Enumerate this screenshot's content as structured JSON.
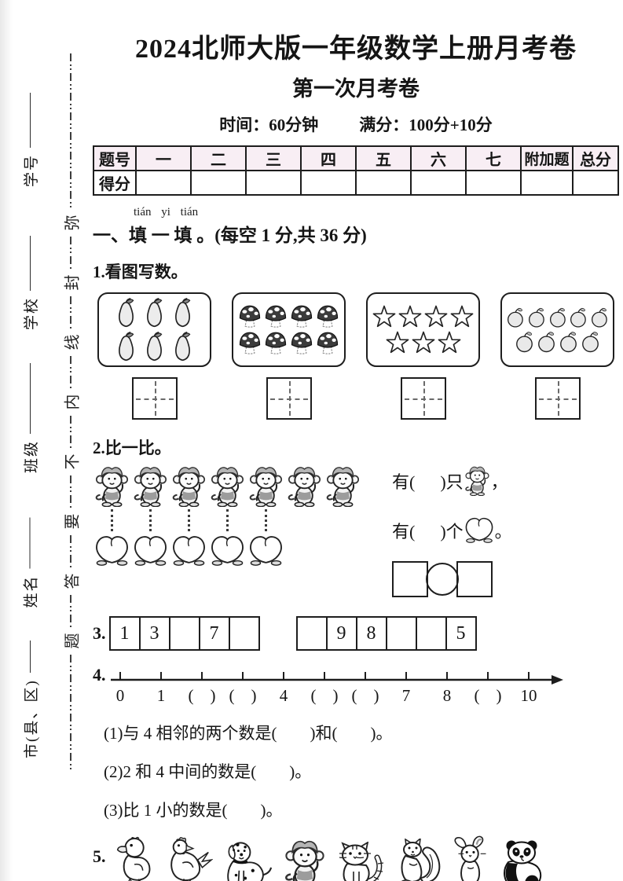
{
  "page": {
    "title": "2024北师大版一年级数学上册月考卷",
    "subtitle": "第一次月考卷",
    "meta": {
      "time": "时间：60分钟",
      "score": "满分：100分+10分"
    }
  },
  "sidebar": {
    "fields": [
      {
        "label": "学号"
      },
      {
        "label": "学校"
      },
      {
        "label": "班级"
      },
      {
        "label": "姓名"
      },
      {
        "label": "市(县、区)"
      }
    ],
    "seal_text": [
      "弥",
      "封",
      "线",
      "内",
      "不",
      "要",
      "答",
      "题"
    ]
  },
  "score_table": {
    "header": [
      "题号",
      "一",
      "二",
      "三",
      "四",
      "五",
      "六",
      "七",
      "附加题",
      "总分"
    ],
    "row_label": "得分"
  },
  "section1": {
    "pinyin": "tián yi tián",
    "heading": "一、填 一 填 。(每空 1 分,共 36 分)"
  },
  "q1": {
    "label": "1.看图写数。",
    "boxes": [
      {
        "item": "pear",
        "count": 6,
        "rows": [
          3,
          3
        ]
      },
      {
        "item": "mushroom",
        "count": 8,
        "rows": [
          4,
          4
        ]
      },
      {
        "item": "star",
        "count": 7,
        "rows": [
          4,
          3
        ]
      },
      {
        "item": "orange",
        "count": 9,
        "rows": [
          5,
          4
        ]
      }
    ]
  },
  "q2": {
    "label": "2.比一比。",
    "monkey_count": 7,
    "peach_count": 5,
    "match_lines": 5,
    "right1": {
      "pre": "有(",
      "post": ")只",
      "punct": "，",
      "icon": "monkey"
    },
    "right2": {
      "pre": "有(",
      "post": ")个",
      "punct": "。",
      "icon": "peach"
    }
  },
  "q3": {
    "label": "3.",
    "strip1": [
      "1",
      "3",
      "",
      "7",
      ""
    ],
    "strip2": [
      "",
      "9",
      "8",
      "",
      "",
      "5"
    ]
  },
  "q4": {
    "label": "4.",
    "ticks": [
      "0",
      "1",
      "(　)",
      "(　)",
      "4",
      "(　)",
      "(　)",
      "7",
      "8",
      "(　)",
      "10"
    ],
    "sub": [
      "(1)与 4 相邻的两个数是(　　)和(　　)。",
      "(2)2 和 4 中间的数是(　　)。",
      "(3)比 1 小的数是(　　)。"
    ]
  },
  "q5": {
    "label": "5.",
    "animals": [
      "duck",
      "chicken",
      "dog",
      "monkey",
      "cat",
      "squirrel",
      "rabbit",
      "panda"
    ]
  }
}
